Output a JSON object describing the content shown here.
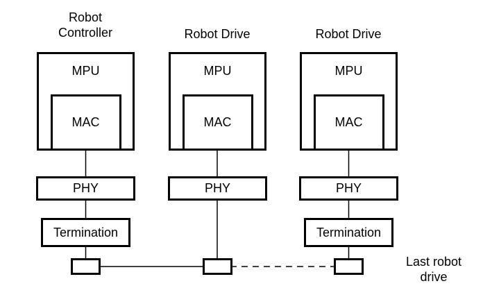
{
  "diagram": {
    "units": [
      {
        "title": "Robot\nController",
        "mpu_label": "MPU",
        "mac_label": "MAC",
        "phy_label": "PHY",
        "termination_label": "Termination"
      },
      {
        "title": "Robot Drive",
        "mpu_label": "MPU",
        "mac_label": "MAC",
        "phy_label": "PHY"
      },
      {
        "title": "Robot Drive",
        "mpu_label": "MPU",
        "mac_label": "MAC",
        "phy_label": "PHY",
        "termination_label": "Termination"
      }
    ],
    "annotations": {
      "last_drive": "Last robot\ndrive"
    },
    "colors": {
      "line": "#000000",
      "text": "#000000",
      "background": "#ffffff"
    }
  }
}
